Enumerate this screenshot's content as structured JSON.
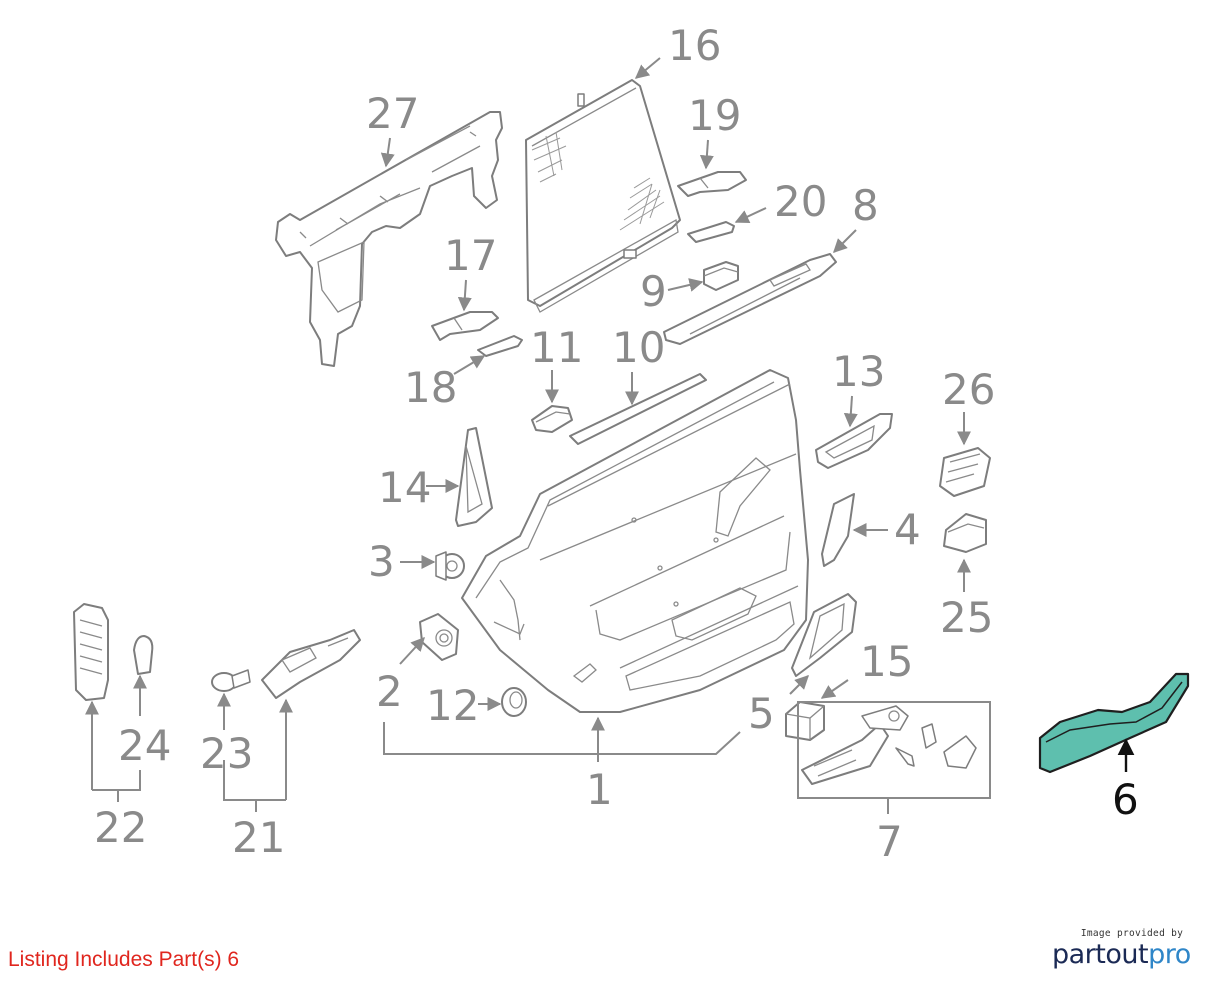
{
  "callouts": {
    "c1": "1",
    "c2": "2",
    "c3": "3",
    "c4": "4",
    "c5": "5",
    "c6": "6",
    "c7": "7",
    "c8": "8",
    "c9": "9",
    "c10": "10",
    "c11": "11",
    "c12": "12",
    "c13": "13",
    "c14": "14",
    "c15": "15",
    "c16": "16",
    "c17": "17",
    "c18": "18",
    "c19": "19",
    "c20": "20",
    "c21": "21",
    "c22": "22",
    "c23": "23",
    "c24": "24",
    "c25": "25",
    "c26": "26",
    "c27": "27"
  },
  "highlighted_part": "6",
  "colors": {
    "highlight_fill": "#5ebfae",
    "line_gray": "#7d7d7d",
    "note_red": "#e0261e"
  },
  "footer": {
    "listing_note": "Listing Includes Part(s) 6",
    "brand_small": "Image provided by",
    "brand_name_1": "partout",
    "brand_name_2": "pro"
  }
}
